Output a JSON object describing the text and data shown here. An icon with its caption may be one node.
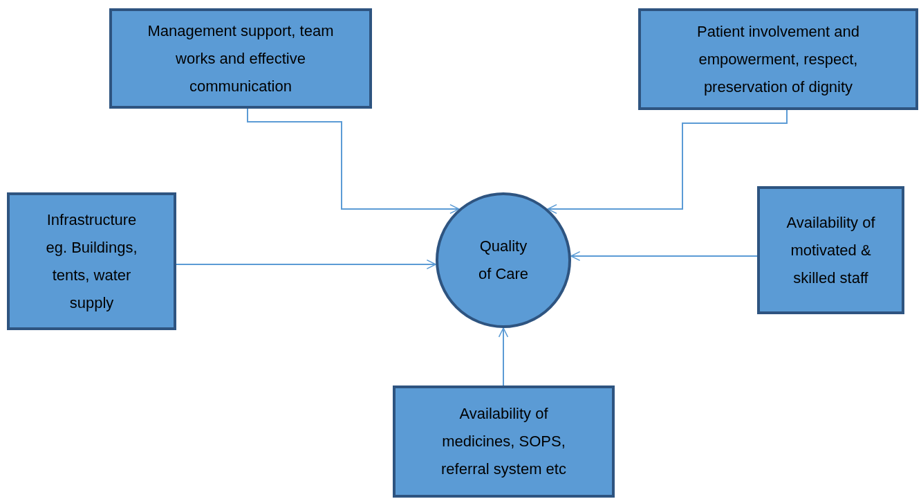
{
  "diagram": {
    "nodes": [
      {
        "text": [
          "Management support, team works and effective communication"
        ]
      },
      {
        "text": [
          "Patient involvement and empowerment, respect, preservation of dignity"
        ]
      },
      {
        "text": [
          "Infrastructure eg. Buildings, tents, water supply"
        ]
      },
      {
        "text": [
          "Quality of Care"
        ]
      },
      {
        "text": [
          "Availability of motivated & skilled staff"
        ]
      },
      {
        "text": [
          "Availability of medicines, SOPS, referral system etc"
        ]
      }
    ],
    "edges": [
      {
        "from": 0,
        "to": 3,
        "arrow": "to"
      },
      {
        "from": 1,
        "to": 3,
        "arrow": "to"
      },
      {
        "from": 2,
        "to": 3,
        "arrow": "to"
      },
      {
        "from": 4,
        "to": 3,
        "arrow": "to"
      },
      {
        "from": 5,
        "to": 3,
        "arrow": "to"
      }
    ]
  }
}
